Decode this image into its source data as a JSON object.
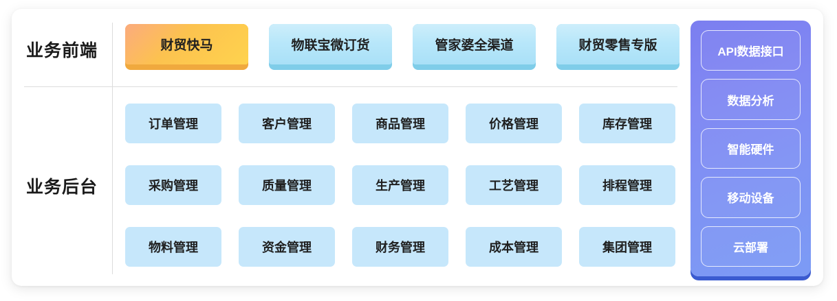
{
  "sections": {
    "frontend": {
      "label": "业务前端",
      "cards": [
        {
          "label": "财贸快马",
          "style": "highlight"
        },
        {
          "label": "物联宝微订货",
          "style": "blue"
        },
        {
          "label": "管家婆全渠道",
          "style": "blue"
        },
        {
          "label": "财贸零售专版",
          "style": "blue"
        }
      ]
    },
    "backend": {
      "label": "业务后台",
      "cards": [
        {
          "label": "订单管理"
        },
        {
          "label": "客户管理"
        },
        {
          "label": "商品管理"
        },
        {
          "label": "价格管理"
        },
        {
          "label": "库存管理"
        },
        {
          "label": "采购管理"
        },
        {
          "label": "质量管理"
        },
        {
          "label": "生产管理"
        },
        {
          "label": "工艺管理"
        },
        {
          "label": "排程管理"
        },
        {
          "label": "物料管理"
        },
        {
          "label": "资金管理"
        },
        {
          "label": "财务管理"
        },
        {
          "label": "成本管理"
        },
        {
          "label": "集团管理"
        }
      ]
    }
  },
  "right_panel": {
    "items": [
      {
        "label": "API数据接口"
      },
      {
        "label": "数据分析"
      },
      {
        "label": "智能硬件"
      },
      {
        "label": "移动设备"
      },
      {
        "label": "云部署"
      }
    ]
  },
  "colors": {
    "highlight_start": "#fbab7e",
    "highlight_end": "#ffd34e",
    "highlight_shadow": "#f0a93e",
    "blue_card_start": "#cdeefb",
    "blue_card_end": "#a9e0f7",
    "blue_card_shadow": "#7fcde9",
    "backend_card": "#c6e7fb",
    "panel_start": "#7b7ef0",
    "panel_end": "#7c9bf5",
    "panel_shadow": "#3b5bd0",
    "divider": "#dcdcdc",
    "text": "#1f1f1f"
  }
}
